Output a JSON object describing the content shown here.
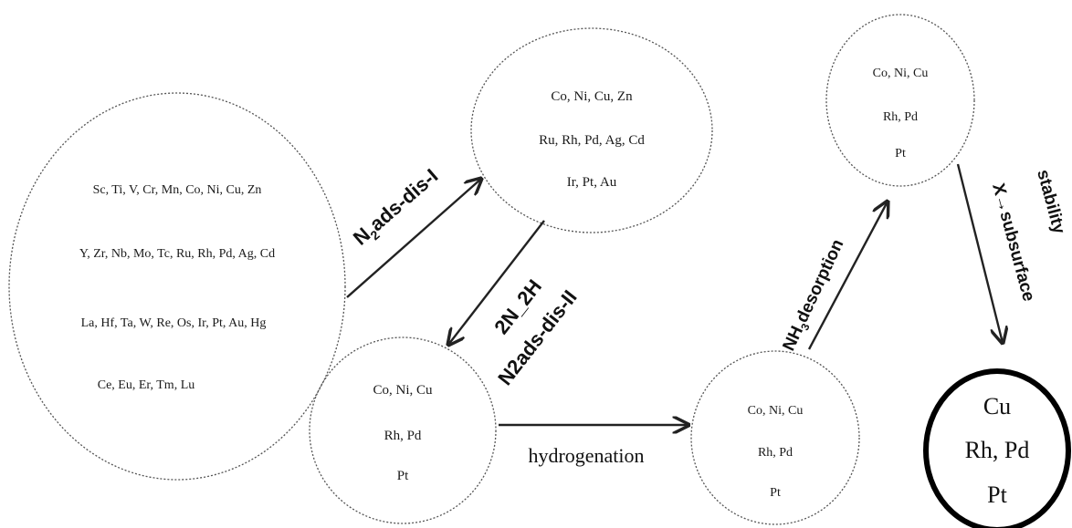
{
  "nodes": {
    "all_metals": {
      "lines": [
        "Sc, Ti, V, Cr, Mn, Co, Ni, Cu, Zn",
        "Y, Zr, Nb, Mo, Tc, Ru, Rh, Pd, Ag, Cd",
        "La, Hf, Ta, W, Re, Os, Ir, Pt, Au, Hg",
        "Ce, Eu, Er, Tm, Lu"
      ]
    },
    "after_n2_ads_dis_1": {
      "lines": [
        "Co, Ni, Cu, Zn",
        "Ru, Rh, Pd, Ag, Cd",
        "Ir, Pt, Au"
      ]
    },
    "after_n2_ads_dis_2": {
      "lines": [
        "Co, Ni, Cu",
        "Rh, Pd",
        "Pt"
      ]
    },
    "after_hydrogenation": {
      "lines": [
        "Co, Ni, Cu",
        "Rh, Pd",
        "Pt"
      ]
    },
    "after_nh3_desorption": {
      "lines": [
        "Co, Ni, Cu",
        "Rh, Pd",
        "Pt"
      ]
    },
    "final": {
      "lines": [
        "Cu",
        "Rh, Pd",
        "Pt"
      ]
    }
  },
  "edges": {
    "n2ads_dis_1": {
      "label_main": "N",
      "label_sub": "2",
      "label_rest": "ads-dis-I"
    },
    "n2ads_dis_2": {
      "label_top": "2N_2H",
      "label_bottom": "N2ads-dis-II"
    },
    "hydrogenation": {
      "label": "hydrogenation"
    },
    "nh3_desorption": {
      "label_pre": "NH",
      "label_sub": "3",
      "label_rest": "desorption"
    },
    "stability": {
      "label_top": "stability",
      "label_bottom": "X→subsurface"
    }
  },
  "colors": {
    "stroke": "#222222",
    "dotted_border": "#555555",
    "final_border": "#000000"
  }
}
